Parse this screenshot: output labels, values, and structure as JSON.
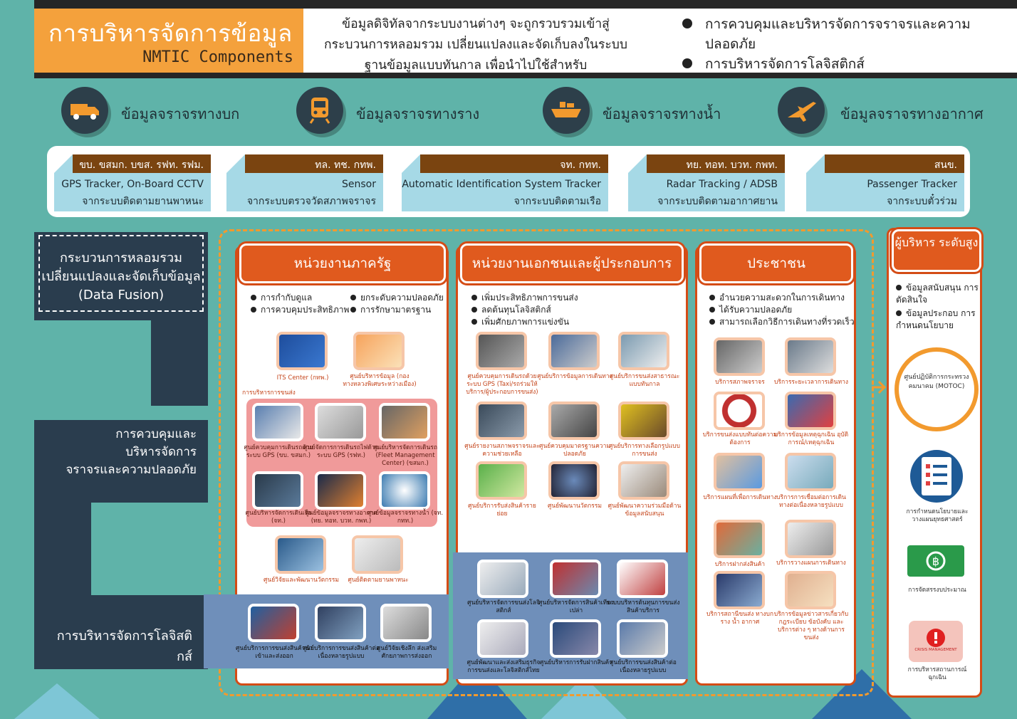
{
  "header": {
    "title": "การบริหารจัดการข้อมูล",
    "subtitle": "NMTIC Components",
    "intro_lines": [
      "ข้อมูลดิจิทัลจากระบบงานต่างๆ จะถูกรวบรวมเข้าสู่",
      "กระบวนการหลอมรวม เปลี่ยนแปลงและจัดเก็บลงในระบบ",
      "ฐานข้อมูลแบบทันกาล เพื่อนำไปใช้สำหรับ"
    ],
    "bullets": [
      "การควบคุมและบริหารจัดการจราจรและความ",
      "ปลอดภัย",
      "การบริหารจัดการโลจิสติกส์"
    ]
  },
  "transport": [
    {
      "label": "ข้อมูลจราจรทางบก",
      "icon": "truck-icon"
    },
    {
      "label": "ข้อมูลจราจรทางราง",
      "icon": "train-icon"
    },
    {
      "label": "ข้อมูลจราจรทางน้ำ",
      "icon": "ship-icon"
    },
    {
      "label": "ข้อมูลจราจรทางอากาศ",
      "icon": "airplane-icon"
    }
  ],
  "sources": [
    {
      "agency": "ขบ. ขสมก. บขส. รฟท. รฟม.",
      "tracker": "GPS Tracker, On-Board CCTV",
      "desc": "จากระบบติดตามยานพาหนะ"
    },
    {
      "agency": "ทล. ทช. กทพ.",
      "tracker": "Sensor",
      "desc": "จากระบบตรวจวัดสภาพจราจร"
    },
    {
      "agency": "จท. กทท.",
      "tracker": "Automatic Identification System Tracker",
      "desc": "จากระบบติดตามเรือ"
    },
    {
      "agency": "ทย. ทอท. บวท. กพท.",
      "tracker": "Radar Tracking / ADSB",
      "desc": "จากระบบติดตามอากาศยาน"
    },
    {
      "agency": "สนข.",
      "tracker": "Passenger Tracker",
      "desc": "จากระบบตั๋วร่วม"
    }
  ],
  "left_flow": {
    "fusion": [
      "กระบวนการหลอมรวม",
      "เปลี่ยนแปลงและจัดเก็บข้อมูล",
      "(Data Fusion)"
    ],
    "control": [
      "การควบคุมและ",
      "บริหารจัดการ",
      "จราจรและความปลอดภัย"
    ],
    "logistics": "การบริหารจัดการโลจิสติกส์"
  },
  "col_gov": {
    "title": "หน่วยงานภาครัฐ",
    "bullets": [
      "การกำกับดูแล",
      "ยกระดับความปลอดภัย",
      "การควบคุมประสิทธิภาพ",
      "การรักษามาตรฐาน"
    ],
    "top_items": [
      "ITS Center (กทพ.)",
      "ศูนย์บริหารข้อมูล (กองทางหลวงพิเศษระหว่างเมือง)"
    ],
    "group_label": "การบริหารการขนส่ง",
    "pink_items": [
      "ศูนย์ควบคุมการเดินรถด้วยระบบ GPS (ขบ. ขสมก.)",
      "ศูนย์จัดการการเดินรถไฟด้วยระบบ GPS (รฟท.)",
      "ศูนย์บริหารจัดการเดินรถ (Fleet Management Center) (ขสมก.)",
      "ศูนย์บริหารจัดการเดินเรือ (จท.)",
      "ศูนย์ข้อมูลจราจรทางอากาศ (ทย. ทอท. บวท. กพท.)",
      "ศูนย์ข้อมูลจราจรทางน้ำ (จท. กทท.)"
    ],
    "mid_items": [
      "ศูนย์วิจัยและพัฒนานวัตกรรม",
      "ศูนย์ติดตามยานพาหนะ"
    ],
    "logi_items": [
      "ศูนย์บริการการขนส่งสินค้านำเข้าและส่งออก",
      "ศูนย์บริการการขนส่งสินค้าต่อเนื่องหลายรูปแบบ",
      "ศูนย์วิจัยเชิงลึก ส่งเสริมศักยภาพการส่งออก"
    ]
  },
  "col_priv": {
    "title": "หน่วยงานเอกชนและผู้ประกอบการ",
    "bullets": [
      "เพิ่มประสิทธิภาพการขนส่ง",
      "ลดต้นทุนโลจิสติกส์",
      "เพิ่มศักยภาพการแข่งขัน"
    ],
    "items": [
      "ศูนย์ควบคุมการเดินรถด้วยระบบ GPS (Taxi/รถร่วมให้บริการ/ผู้ประกอบการขนส่ง)",
      "ศูนย์บริการข้อมูลการเดินทาง",
      "ศูนย์บริการขนส่งสาธารณะแบบทันกาล",
      "ศูนย์รายงานสภาพจราจรและความช่วยเหลือ",
      "ศูนย์ควบคุมมาตรฐานความปลอดภัย",
      "ศูนย์บริการทางเลือกรูปแบบการขนส่ง",
      "ศูนย์บริการรับส่งสินค้ารายย่อย",
      "ศูนย์พัฒนานวัตกรรม",
      "ศูนย์พัฒนาความร่วมมือด้านข้อมูลสนับสนุน"
    ],
    "logi_items": [
      "ศูนย์บริหารจัดการขนส่งโลจิสติกส์",
      "ศูนย์บริหารจัดการสินค้าเทียวเปล่า",
      "ระบบบริหารต้นทุนการขนส่งสินค้าบริการ",
      "ศูนย์พัฒนาและส่งเสริมธุรกิจการขนส่งและโลจิสติกส์ไทย",
      "ศูนย์บริหารการรับฝากสินค้า",
      "ศูนย์บริการขนส่งสินค้าต่อเนื่องหลายรูปแบบ"
    ]
  },
  "col_public": {
    "title": "ประชาชน",
    "bullets": [
      "อำนวยความสะดวกในการเดินทาง",
      "ได้รับความปลอดภัย",
      "สามารถเลือกวิธีการเดินทางที่รวดเร็ว"
    ],
    "items": [
      "บริการสภาพจราจร",
      "บริการระยะเวลาการเดินทาง",
      "บริการขนส่งแบบทันต่อความต้องการ",
      "บริการข้อมูลเหตุฉุกเฉิน อุบัติการณ์/เหตุฉุกเฉิน",
      "บริการแผนที่เพื่อการเดินทาง",
      "บริการการเชื่อมต่อการเดินทางต่อเนื่องหลายรูปแบบ",
      "บริการฝากส่งสินค้า",
      "บริการวางแผนการเดินทาง",
      "บริการสถานีขนส่ง ทางบก ราง น้ำ อากาศ",
      "บริการข้อมูลข่าวสารเกี่ยวกับกฎระเบียบ ข้อบังคับ และบริการต่าง ๆ ทางด้านการขนส่ง"
    ]
  },
  "col_exec": {
    "title": "ผู้บริหาร ระดับสูง",
    "bullets": [
      "ข้อมูลสนับสนุน การตัดสินใจ",
      "ข้อมูลประกอบ การกำหนดนโยบาย"
    ],
    "motoc": "ศูนย์ปฏิบัติการกระทรวงคมนาคม (MOTOC)",
    "items": [
      "การกำหนดนโยบายและวางแผนยุทธศาสตร์",
      "การจัดสรรงบประมาณ",
      "การบริหารสถานการณ์ฉุกเฉิน"
    ],
    "crisis_label": "CRISIS MANAGEMENT"
  },
  "colors": {
    "background": "#5fb3a9",
    "orange": "#e05a1e",
    "navy": "#2a3d4e",
    "light_blue": "#a6d9e6",
    "brown": "#7a4410"
  }
}
